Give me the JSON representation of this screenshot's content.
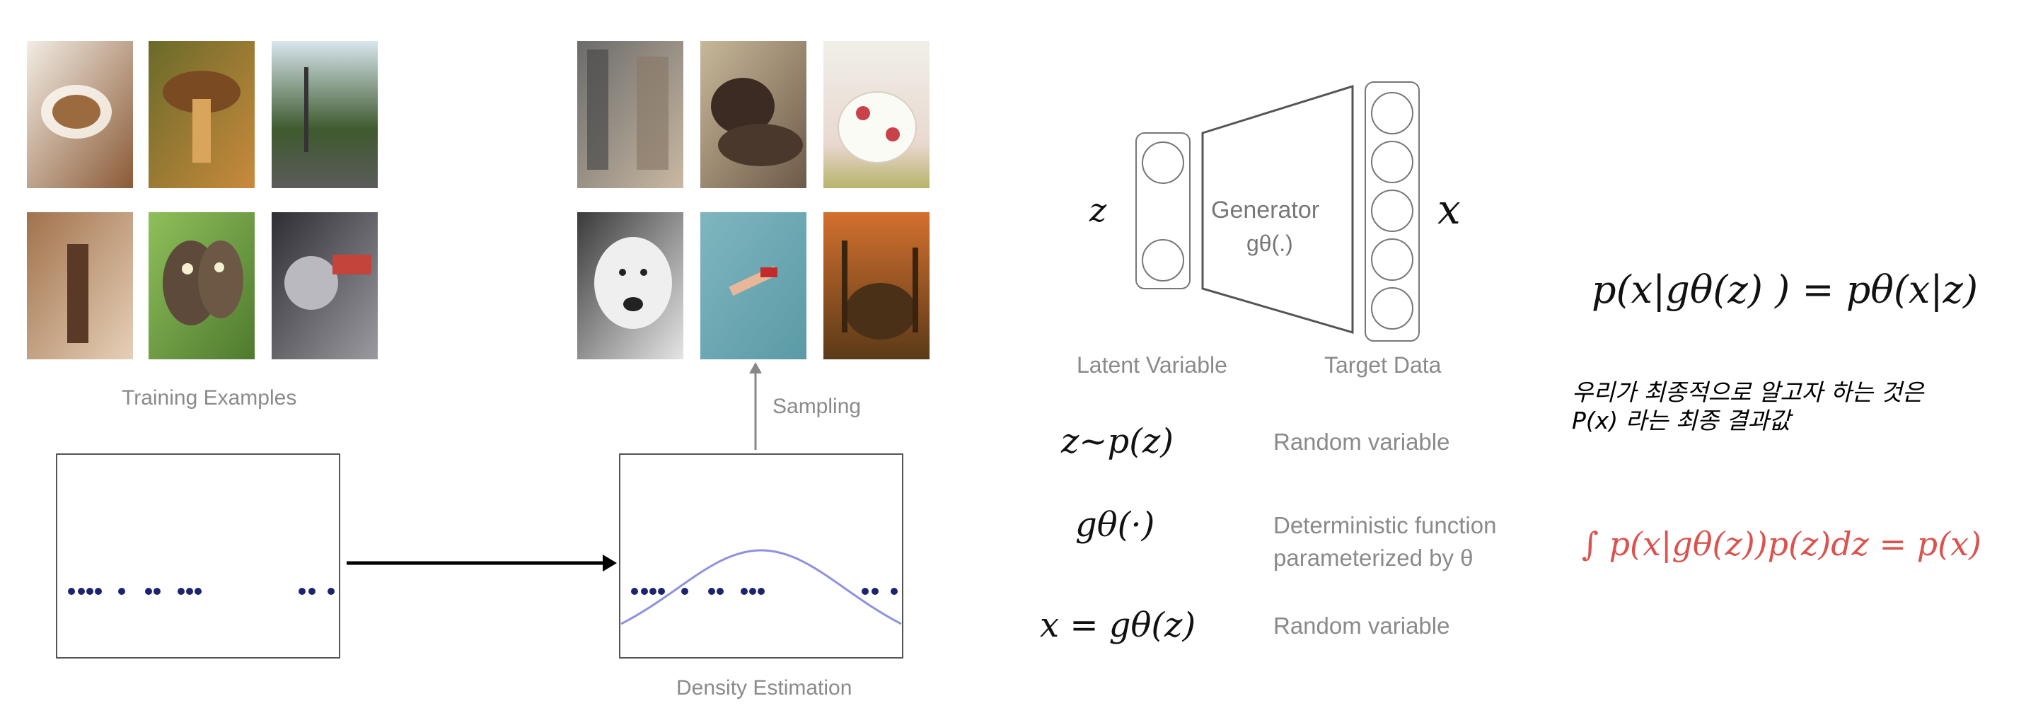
{
  "left_panel": {
    "training_label": "Training Examples",
    "sampling_label": "Sampling",
    "density_label": "Density Estimation",
    "training_images": [
      "coffee-cup-image",
      "mushroom-image",
      "street-image",
      "person-image",
      "butterfly-image",
      "drill-image"
    ],
    "sample_images": [
      "building-street-image",
      "cat-image",
      "teapot-image",
      "dog-image",
      "swimmer-image",
      "mosque-image"
    ]
  },
  "generator": {
    "z_label": "z",
    "x_label": "x",
    "box_title": "Generator",
    "box_subtitle": "gθ(.)",
    "latent_label": "Latent Variable",
    "target_label": "Target Data"
  },
  "definitions": [
    {
      "formula": "z~p(z)",
      "desc": "Random variable",
      "desc2": ""
    },
    {
      "formula": "gθ(·)",
      "desc": "Deterministic function",
      "desc2": "parameterized by θ"
    },
    {
      "formula": "x = gθ(z)",
      "desc": "Random variable",
      "desc2": ""
    }
  ],
  "right_panel": {
    "equation_main": "p(x|gθ(z) ) = pθ(x|z)",
    "note_line1": "우리가 최종적으로 알고자 하는 것은",
    "note_line2": "P(x) 라는 최종 결과값",
    "integral_eq": "∫ p(x|gθ(z))p(z)dz = p(x)"
  },
  "colors": {
    "curve": "#8f91de",
    "dots": "#1c2470",
    "integral": "#d9534f",
    "label_gray": "#8a8a8a"
  }
}
